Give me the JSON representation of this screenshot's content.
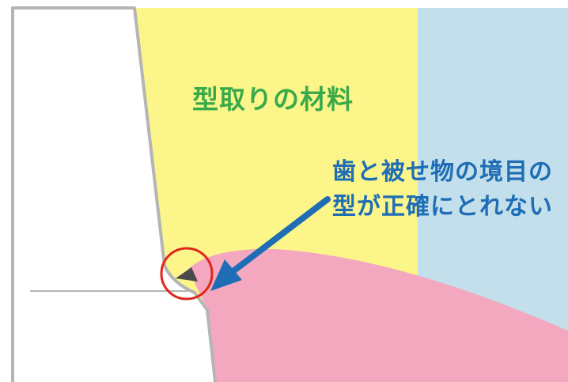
{
  "colors": {
    "impression_material": "#FBF58A",
    "light_blue_region": "#C3DFEC",
    "gum_pink": "#F3A8C0",
    "tooth_white": "#FFFFFF",
    "tooth_outline": "#B5B5B5",
    "gap_dark": "#4A4A4A",
    "circle_red": "#E1251B",
    "arrow_blue": "#1E6DB5",
    "label_green": "#39AA4A",
    "label_blue": "#1E6DB5"
  },
  "labels": {
    "material": "型取りの材料",
    "problem_line1": "歯と被せ物の境目の",
    "problem_line2": "型が正確にとれない"
  },
  "icons": {
    "highlight": "red-circle-icon",
    "pointer": "arrow-icon"
  }
}
